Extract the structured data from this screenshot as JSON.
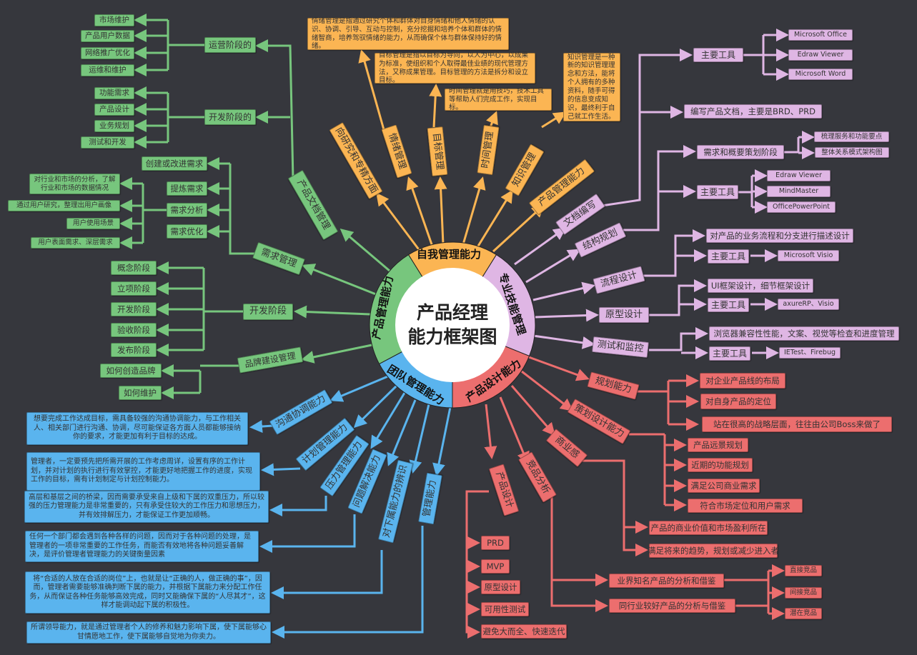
{
  "center_title": [
    "产品经理",
    "能力框架图"
  ],
  "colors": {
    "self": "#fbb553",
    "skill": "#dfb6e4",
    "design": "#ec6e6e",
    "team": "#5ab4ee",
    "product": "#77c67d",
    "background": "#36373d"
  },
  "self": {
    "label": "自我管理能力",
    "items": [
      "向研究和专精方面",
      "情绪管理",
      "目标管理",
      "时间管理",
      "知识管理",
      "产品管理能力"
    ],
    "desc": {
      "emotion": "情绪管理是指通过研究个体和群体对自身情绪和他人情绪的认识、协调、引导、互动与控制，充分挖掘和培养个体和群体的情绪智商，培养驾驭情绪的能力，从而确保个体与群体保持好的情绪。",
      "goal": "目标管理是指以目标为导向，以人为中心，以成果为标准，使组织和个人取得最佳业绩的现代管理方法，又称成果管理。目标管理的方法是拆分和设立目标。",
      "time": "时间管理就是用技巧，技术工具等帮助人们完成工作，实现目标。",
      "knowledge": "知识管理是一种新的知识管理理念和方法，能将个人拥有的多种资料，随手可得的信息变成知识，最终利于自己就工作生活。"
    }
  },
  "product": {
    "label": "产品管理能力",
    "doc": {
      "label": "产品文档管理",
      "ops": {
        "label": "运营阶段的",
        "items": [
          "市场维护",
          "产品用户数据",
          "网络推广优化",
          "运维和维护"
        ]
      },
      "dev": {
        "label": "开发阶段的",
        "items": [
          "功能需求",
          "产品设计",
          "业务规划",
          "测试和开发"
        ]
      }
    },
    "req": {
      "label": "需求管理",
      "items": [
        "创建或改进需求",
        "提炼需求",
        "需求分析",
        "需求优化"
      ],
      "analysis": [
        "对行业和市场的分析，了解行业和市场的数据情况",
        "通过用户研究，整理出用户画像",
        "用户使用场景",
        "用户表面需求、深层需求"
      ]
    },
    "dev": {
      "label": "开发阶段",
      "items": [
        "概念阶段",
        "立项阶段",
        "开发阶段",
        "验收阶段",
        "发布阶段"
      ]
    },
    "brand": {
      "label": "品牌建设管理",
      "items": [
        "如何创造品牌",
        "如何维护"
      ]
    }
  },
  "skill": {
    "label": "专业技能管理",
    "doc": {
      "label": "文档编写",
      "tools": "主要工具",
      "tool_items": [
        "Microsoft Office",
        "Edraw Viewer",
        "Microsoft Word"
      ],
      "write": "编写产品文档，主要是BRD、PRD"
    },
    "struct": {
      "label": "结构规划",
      "stage": "需求和概要策划阶段",
      "stage_items": [
        "梳理服务和功能要点",
        "整体关系模式架构图"
      ],
      "tools": "主要工具",
      "tool_items": [
        "Edraw Viewer",
        "MindMaster",
        "OfficePowerPoint"
      ]
    },
    "flow": {
      "label": "流程设计",
      "desc": "对产品的业务流程和分支进行描述设计",
      "tools": "主要工具",
      "tool": "Microsoft Visio"
    },
    "proto": {
      "label": "原型设计",
      "desc": "UI框架设计，细节框架设计",
      "tools": "主要工具",
      "tool": "axureRP、Visio"
    },
    "test": {
      "label": "测试和监控",
      "desc": "浏览器兼容性性能，文案、视觉等检查和进度管理",
      "tools": "主要工具",
      "tool": "IETest、Firebug"
    }
  },
  "design": {
    "label": "产品设计能力",
    "plan": {
      "label": "规划能力",
      "items": [
        "对企业产品线的布局",
        "对自身产品的定位",
        "站在很高的战略层面，往往由公司Boss来做了"
      ]
    },
    "planning": {
      "label": "策划设计能力",
      "items": [
        "产品远景规划",
        "近期的功能规划",
        "满足公司商业需求",
        "符合市场定位和用户需求"
      ]
    },
    "business": {
      "label": "商业感",
      "items": [
        "产品的商业价值和市场盈利所在",
        "满足将来的趋势，规划或减少进入者"
      ]
    },
    "compete": {
      "label": "竞品分析",
      "items": [
        "业界知名产品的分析和借鉴",
        "同行业较好产品的分析与借鉴"
      ],
      "types": [
        "直接竞品",
        "间接竞品",
        "潜在竞品"
      ]
    },
    "pdesign": {
      "label": "产品设计",
      "items": [
        "PRD",
        "MVP",
        "原型设计",
        "可用性测试",
        "避免大而全、快速迭代"
      ]
    }
  },
  "team": {
    "label": "团队管理能力",
    "items": [
      "沟通协调能力",
      "计划管理能力",
      "压力管理能力",
      "问题解决能力",
      "对下属能力的辨识",
      "管理能力"
    ],
    "desc": [
      "想要完成工作达成目标，需具备较强的沟通协调能力，与工作相关人、相关部门进行沟通、协调，尽可能保证各方面人员都能够接纳你的要求，才能更加有利于目标的达成。",
      "管理者，一定要预先把所需开展的工作考虑周详，设置有序的工作计划，并对计划的执行进行有效掌控，才能更好地把握工作的进度，实现工作的目标，需有计划制定与计划控制能力。",
      "高层和基层之间的桥梁，因而需要承受来自上级和下属的双重压力，所以较强的压力管理能力是非常重要的，只有承受住较大的工作压力和思想压力，并有效排解压力，才能保证工作更加顺畅。",
      "任何一个部门都会遇到各种各样的问题，因而对于各种问题的处理，是管理者的一项非常重要的工作任务，而能否有效地将各种问题妥善解决，是评价管理者管理能力的关键衡量因素",
      "将“合适的人放在合适的岗位”上，也就是让“正确的人，做正确的事”，因而，管理者需要能够准确判断下属的能力，并根据下属能力来分配工作任务，从而保证各种任务能够高效完成，同时又能确保下属的“人尽其才”，这样才能调动起下属的积极性。",
      "所谓领导能力，就是通过管理者个人的修养和魅力影响下属，使下属能够心甘情愿地工作，使下属能够自觉地为你卖力。"
    ]
  }
}
